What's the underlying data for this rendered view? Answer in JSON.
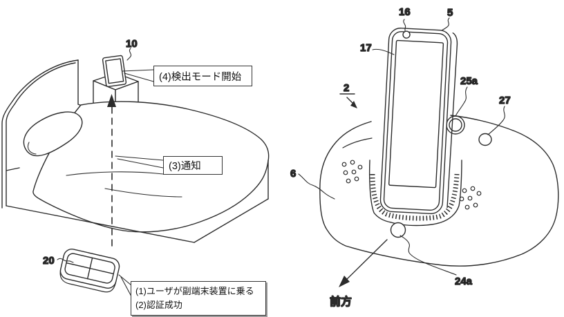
{
  "figure": {
    "background": "#ffffff",
    "line_color": "#2b2b2b",
    "text_color": "#1c1c1c"
  },
  "left_scene": {
    "description-labels": "patent callout steps around a bed scene",
    "ref_10": "10",
    "ref_20": "20",
    "callout_step4": "(4)検出モード開始",
    "callout_step3": "(3)通知",
    "callout_step1": "(1)ユーザが副端末装置に乗る",
    "callout_step2": "(2)認証成功"
  },
  "right_scene": {
    "ref_2": "2",
    "ref_5": "5",
    "ref_6": "6",
    "ref_16": "16",
    "ref_17": "17",
    "ref_24a": "24a",
    "ref_25a": "25a",
    "ref_27": "27",
    "direction_label": "前方"
  }
}
